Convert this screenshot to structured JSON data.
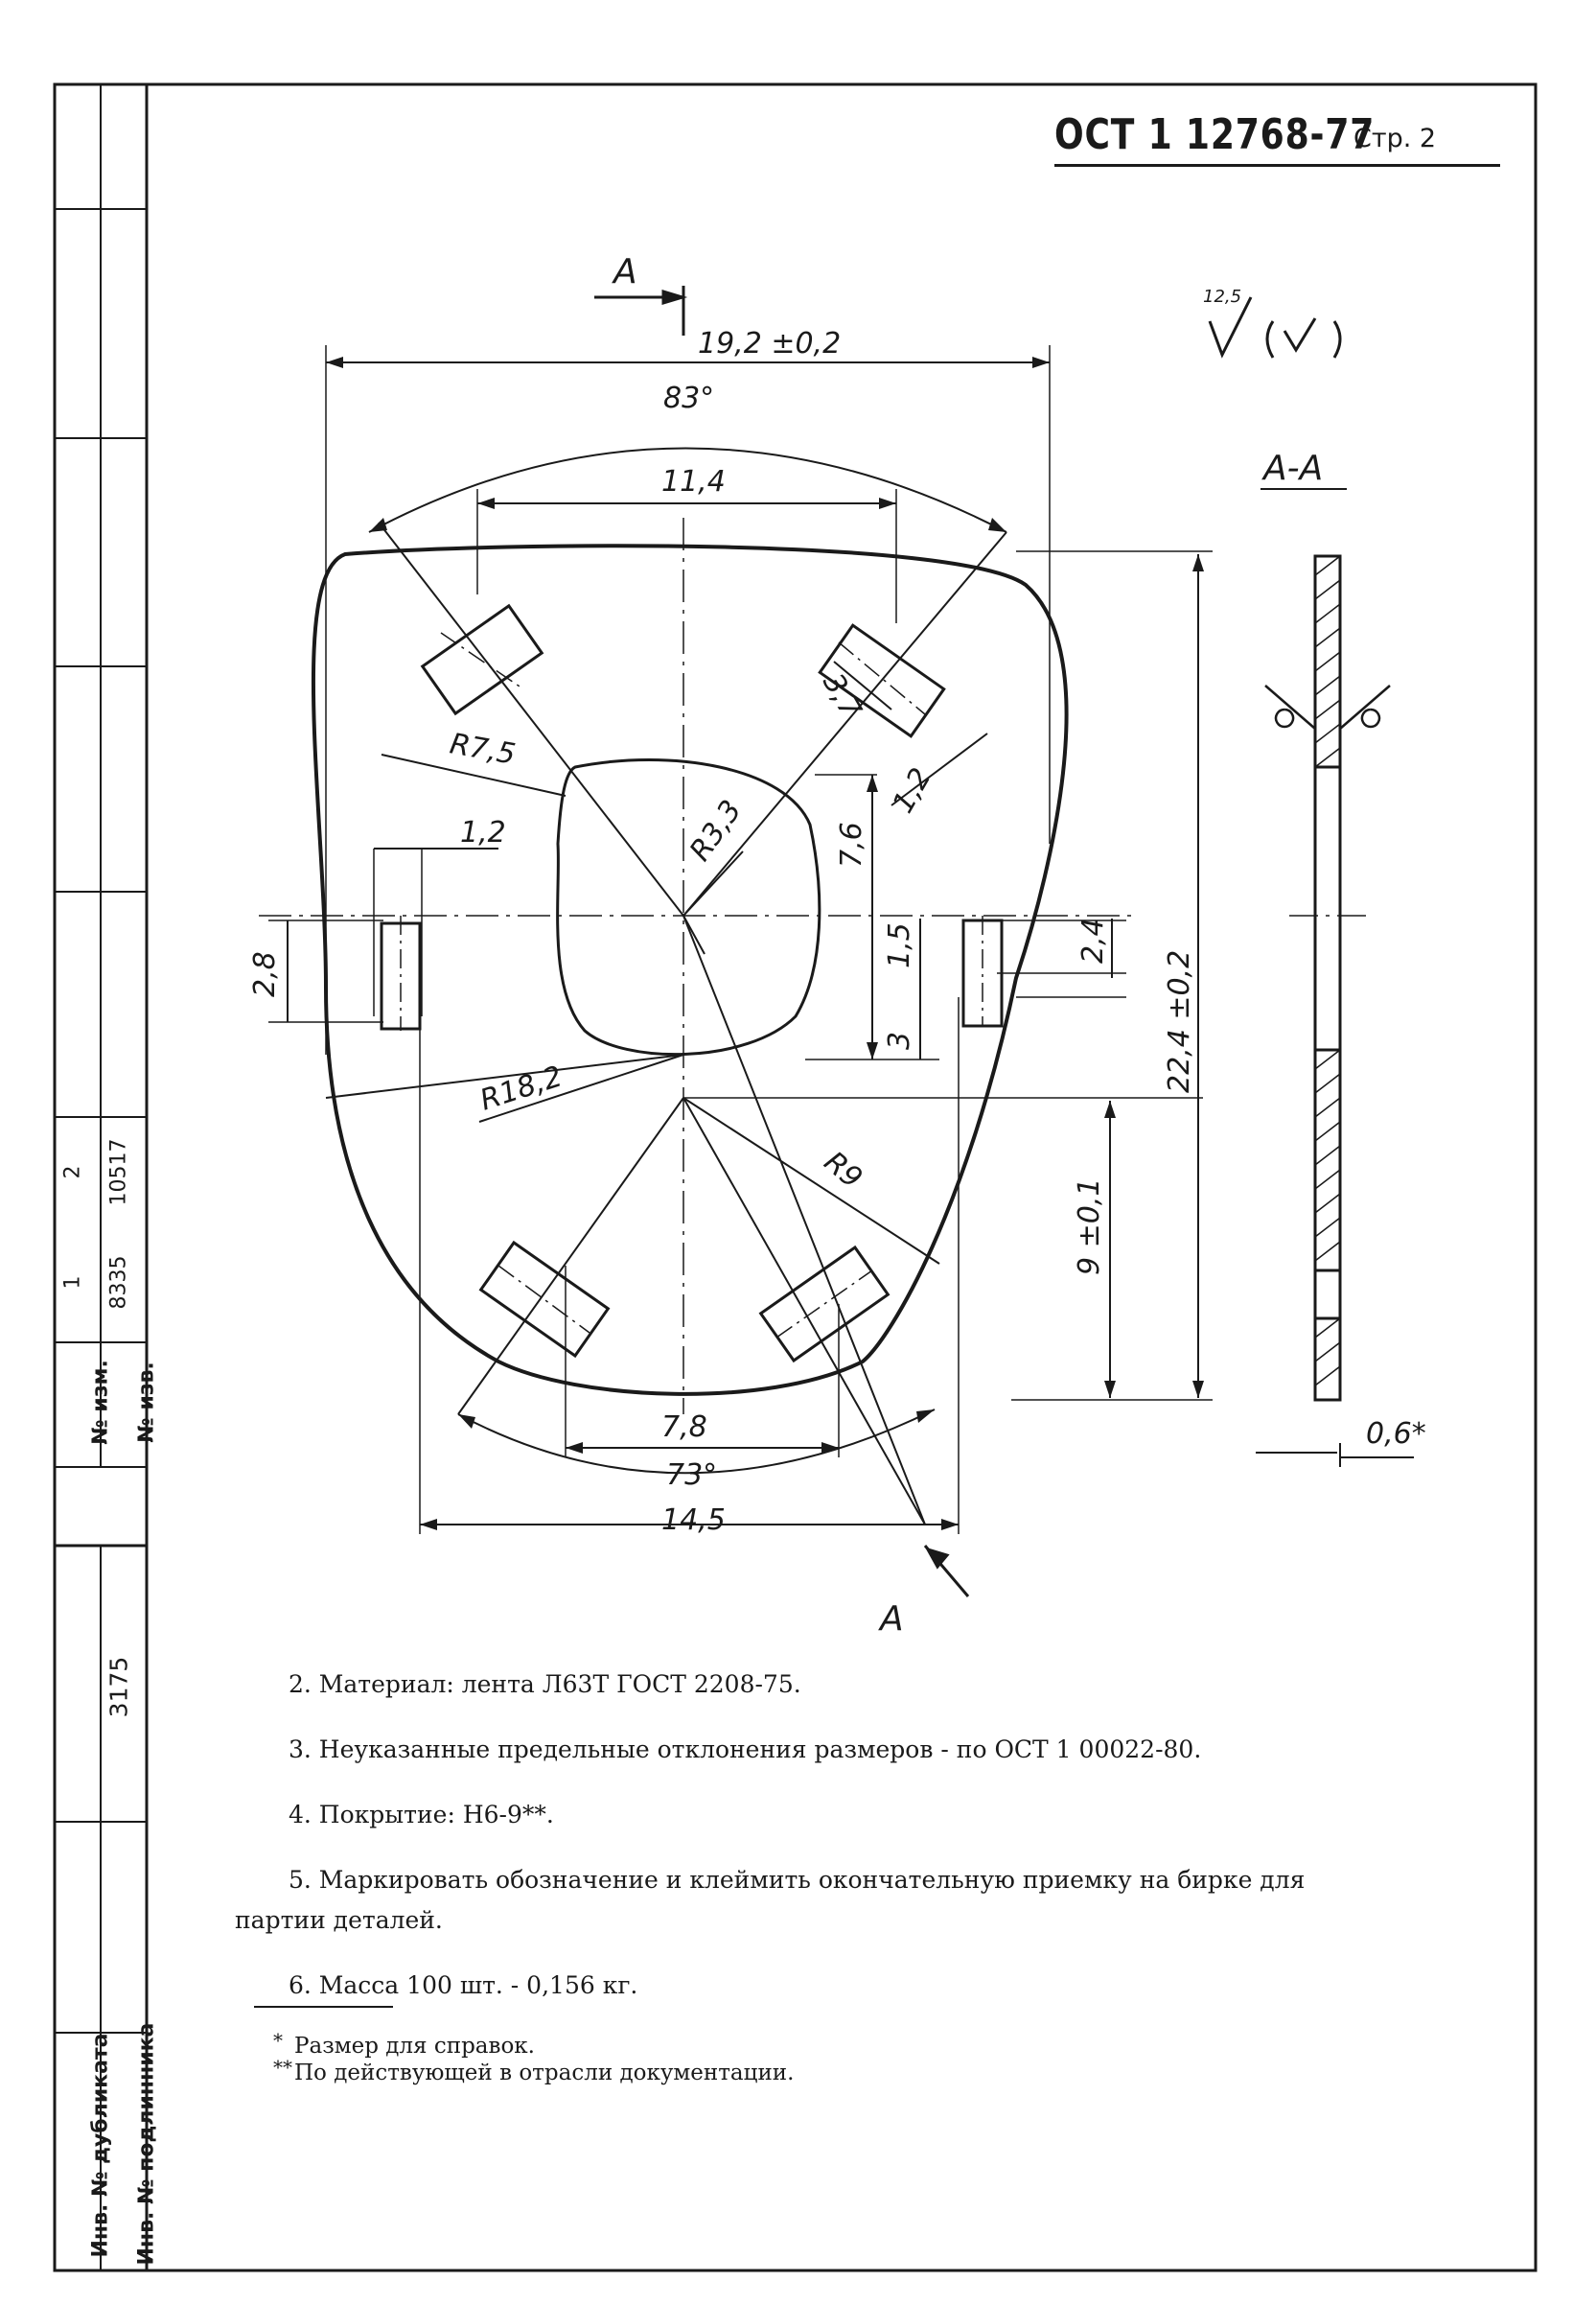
{
  "header": {
    "doc_code": "ОСТ 1 12768-77",
    "page_label": "Стр. 2"
  },
  "drawing": {
    "dimensions": {
      "overall_width": "19,2 ±0,2",
      "top_angle": "83°",
      "top_slot_span": "11,4",
      "right_slot_length": "3,7",
      "right_slot_width": "1,2",
      "outer_radius_upper": "R7,5",
      "left_slot_width": "1,2",
      "center_radius": "R3,3",
      "center_height": "7,6",
      "left_slot_height": "2,8",
      "center_offset": "1,5",
      "right_slot_height": "2,4",
      "overall_height": "22,4 ±0,2",
      "lower_offset": "3",
      "outer_radius_lower": "R18,2",
      "slot_radius": "R9",
      "lower_height": "9 ±0,1",
      "bottom_slot_span": "7,8",
      "bottom_angle": "73°",
      "bottom_width": "14,5",
      "thickness": "0,6*"
    },
    "section_label": "А-А",
    "section_mark_top": "А",
    "section_mark_bottom": "А",
    "roughness_value": "12,5"
  },
  "side_stamp": {
    "izm_label": "№ изм.",
    "izm_1": "1",
    "izm_2": "2",
    "izv_label": "№ изв.",
    "izv_1": "8335",
    "izv_2": "10517",
    "inv_number": "3175",
    "dubl_label": "Инв. № дубликата",
    "podl_label": "Инв. № подлинника"
  },
  "notes": [
    "2. Материал: лента Л63Т ГОСТ 2208-75.",
    "3. Неуказанные предельные отклонения размеров - по ОСТ 1 00022-80.",
    "4. Покрытие: Н6-9**.",
    "5. Маркировать обозначение и клеймить окончательную приемку на бирке для",
    "партии деталей.",
    "6. Масса 100 шт. - 0,156 кг."
  ],
  "footnotes": {
    "mark1": "*",
    "text1": "Размер для справок.",
    "mark2": "**",
    "text2": "По действующей в отрасли документации."
  }
}
